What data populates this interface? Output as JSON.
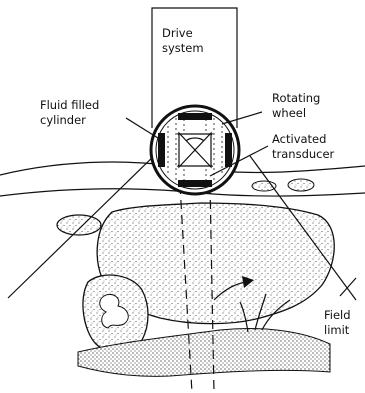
{
  "diagram": {
    "labels": {
      "drive_line1": "Drive",
      "drive_line2": "system",
      "fluid_line1": "Fluid filled",
      "fluid_line2": "cylinder",
      "wheel_line1": "Rotating",
      "wheel_line2": "wheel",
      "transducer_line1": "Activated",
      "transducer_line2": "transducer",
      "field_line1": "Field",
      "field_line2": "limit"
    }
  }
}
